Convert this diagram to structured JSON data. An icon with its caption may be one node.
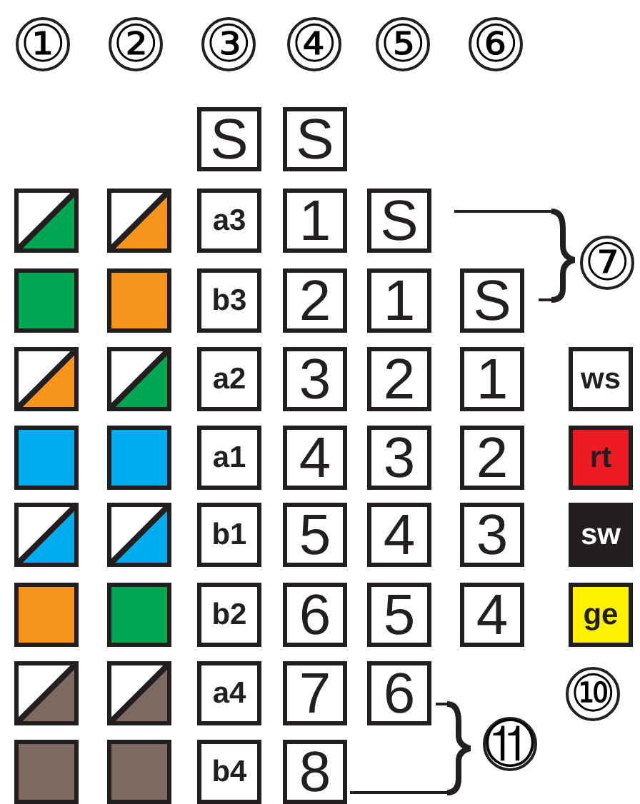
{
  "diagram": {
    "nodes": [
      {
        "text": [
          "S"
        ]
      },
      {
        "text": [
          "S"
        ]
      },
      {
        "text": [],
        "shape": "box"
      },
      {
        "text": [],
        "shape": "box"
      },
      {
        "text": [
          "a3"
        ]
      },
      {
        "text": [
          "1"
        ]
      },
      {
        "text": [
          "S"
        ]
      },
      {
        "text": [],
        "shape": "box"
      },
      {
        "text": [],
        "shape": "box"
      },
      {
        "text": [
          "b3"
        ]
      },
      {
        "text": [
          "2"
        ]
      },
      {
        "text": [
          "1"
        ]
      },
      {
        "text": [
          "S"
        ]
      },
      {
        "text": [],
        "shape": "box"
      },
      {
        "text": [],
        "shape": "box"
      },
      {
        "text": [
          "a2"
        ]
      },
      {
        "text": [
          "3"
        ]
      },
      {
        "text": [
          "2"
        ]
      },
      {
        "text": [
          "1"
        ]
      },
      {
        "text": [
          "ws"
        ]
      },
      {
        "text": [],
        "shape": "box"
      },
      {
        "text": [],
        "shape": "box"
      },
      {
        "text": [
          "a1"
        ]
      },
      {
        "text": [
          "4"
        ]
      },
      {
        "text": [
          "3"
        ]
      },
      {
        "text": [
          "2"
        ]
      },
      {
        "text": [
          "rt"
        ]
      },
      {
        "text": [],
        "shape": "box"
      },
      {
        "text": [],
        "shape": "box"
      },
      {
        "text": [
          "b1"
        ]
      },
      {
        "text": [
          "5"
        ]
      },
      {
        "text": [
          "4"
        ]
      },
      {
        "text": [
          "3"
        ]
      },
      {
        "text": [
          "sw"
        ]
      },
      {
        "text": [],
        "shape": "box"
      },
      {
        "text": [],
        "shape": "box"
      },
      {
        "text": [
          "b2"
        ]
      },
      {
        "text": [
          "6"
        ]
      },
      {
        "text": [
          "5"
        ]
      },
      {
        "text": [
          "4"
        ]
      },
      {
        "text": [
          "ge"
        ]
      },
      {
        "text": [],
        "shape": "box"
      },
      {
        "text": [],
        "shape": "box"
      },
      {
        "text": [
          "a4"
        ]
      },
      {
        "text": [
          "7"
        ]
      },
      {
        "text": [
          "6"
        ]
      },
      {
        "text": [],
        "shape": "box"
      },
      {
        "text": [],
        "shape": "box"
      },
      {
        "text": [
          "b4"
        ]
      },
      {
        "text": [
          "8"
        ]
      }
    ],
    "edges": [],
    "labels": [
      "①",
      "②",
      "③",
      "④",
      "⑤",
      "⑥",
      "⑦",
      "⑩",
      "⑪"
    ]
  }
}
